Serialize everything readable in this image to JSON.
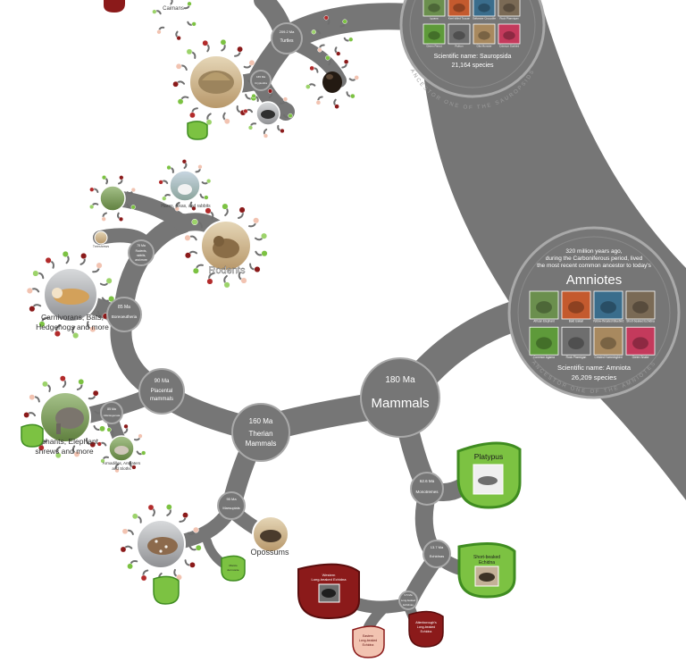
{
  "sauropsida": {
    "scientific": "Scientific name: Sauropsida",
    "species": "21,164 species",
    "ring_text": "ANCESTOR ONE OF THE SAUROPSIDS",
    "photos": [
      "Iguana",
      "Keel-billed Toucan",
      "Saltwater Crocodile",
      "Rock Ptarmigan",
      "Green Parrot",
      "Python",
      "Gila Monster",
      "Crimson Sunbird"
    ]
  },
  "amniotes": {
    "intro_1": "320 million years ago,",
    "intro_2": "during the Carboniferous period, lived",
    "intro_3": "the most recent common ancestor to today's",
    "title": "Amniotes",
    "scientific": "Scientific name: Amniota",
    "species": "26,209 species",
    "ring_text": "ANCESTOR ONE OF THE AMNIOTES",
    "photos": [
      "African Elephant",
      "Bald Uakari",
      "Yellow-throated Bluebird",
      "Short-beaked Echidna",
      "Common Agama",
      "Rock Ptarmigan",
      "Crested Hummingbird",
      "Green Snake"
    ]
  },
  "mammals": {
    "age": "180 Ma",
    "name": "Mammals"
  },
  "therian": {
    "age": "160 Ma",
    "name_1": "Therian",
    "name_2": "Mammals"
  },
  "placental": {
    "age": "90 Ma",
    "name_1": "Placental",
    "name_2": "mammals"
  },
  "boreo": {
    "age": "85 Ma",
    "name": "Boreoeutheria"
  },
  "glires": {
    "age": "75 Ma",
    "name_1": "Rodents,",
    "name_2": "rabbits,",
    "name_3": "and more"
  },
  "atlanto": {
    "age": "85 Ma",
    "name": "Atlantogenata"
  },
  "marsupials": {
    "age": "95 Ma",
    "name": "Marsupials"
  },
  "monotremes": {
    "age": "62.6 Ma",
    "name": "Monotremes"
  },
  "echidnas": {
    "age": "13.7 Ma",
    "name": "Echidnas"
  },
  "longbeaked": {
    "age": "3.5 Ma",
    "name_1": "Long-beaked",
    "name_2": "Echidnas"
  },
  "turtles": {
    "age": "209.2 Ma",
    "name": "Turtles"
  },
  "turtles_sub": {
    "age": "165 Ma",
    "name": "Cryptodira"
  },
  "caimans": {
    "label": "Caimans"
  },
  "groups": {
    "rodents": "Rodents",
    "hares": "Hares, pikas, and rabbits",
    "tree_shrews": "Treeshrews",
    "carnivorans_1": "Carnivorans, Bats,",
    "carnivorans_2": "Hedgehogs and more",
    "elephants_1": "Elephants, Elephant",
    "elephants_2": "shrews and more",
    "armadillos_1": "Armadillos, Anteaters",
    "armadillos_2": "and Sloths",
    "opossums": "Opossums"
  },
  "leaves": {
    "platypus": "Platypus",
    "sb_echidna_1": "Short-beaked",
    "sb_echidna_2": "Echidna",
    "western_1": "Western",
    "western_2": "Long-beaked Echidna",
    "eastern_1": "Eastern",
    "eastern_2": "Long-beaked",
    "eastern_3": "Echidna",
    "attenborough_1": "Attenborough's",
    "attenborough_2": "Long-beaked",
    "attenborough_3": "Echidna",
    "monito_1": "Monito",
    "monito_2": "del monte"
  },
  "colors": {
    "branch": "#767676",
    "node_ring": "#a9a9a9",
    "leaf_green": "#7cc242",
    "leaf_green_dark": "#3f8c20",
    "leaf_red": "#8b1a1a",
    "leaf_pink": "#f2c3b1"
  }
}
